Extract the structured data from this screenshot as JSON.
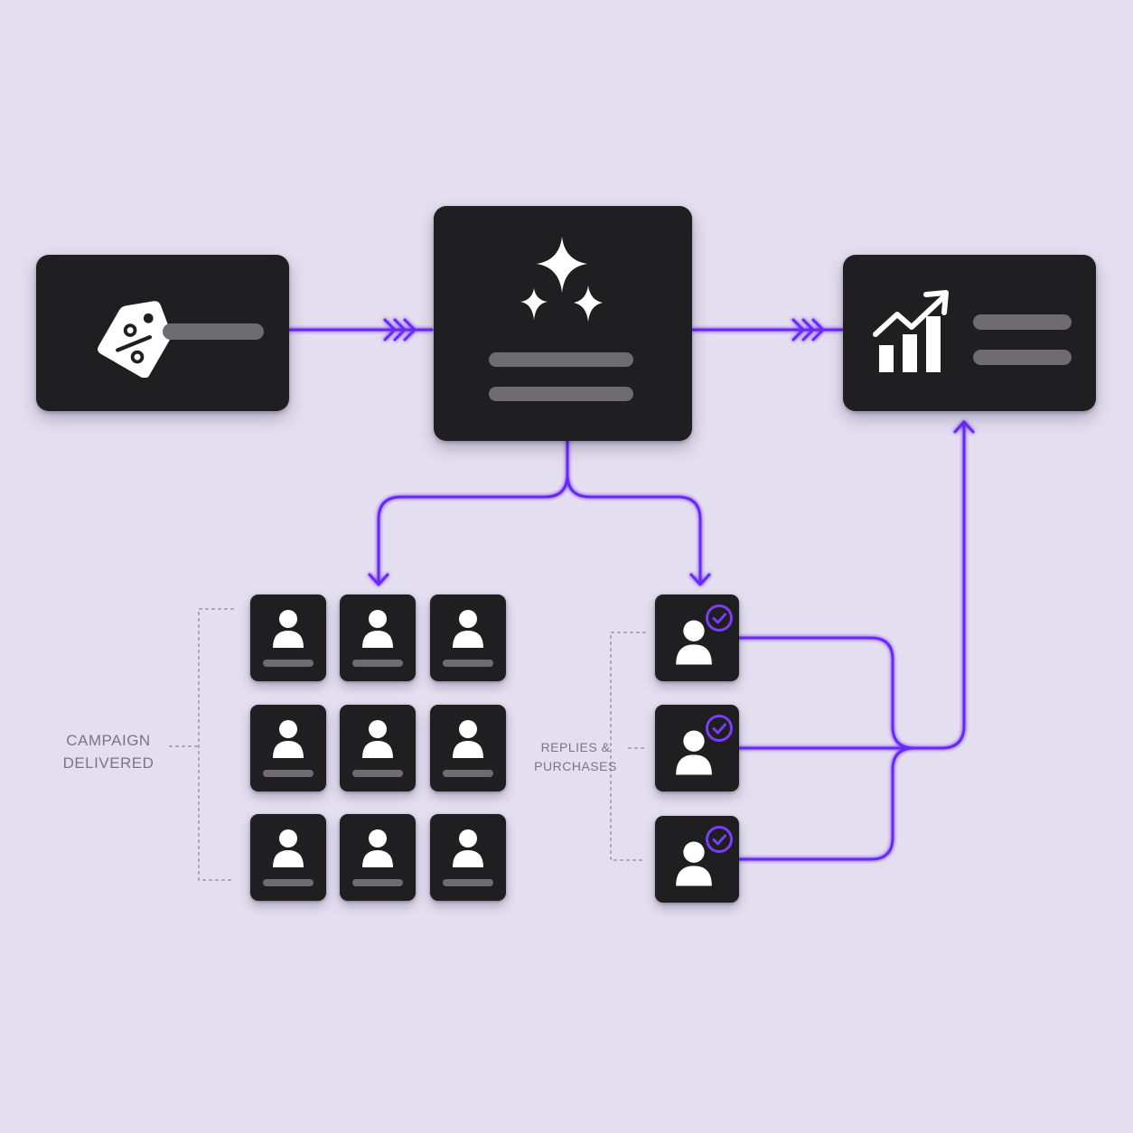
{
  "colors": {
    "background": "#e4dff0",
    "card": "#1f1e21",
    "placeholder_bar": "#6e6c70",
    "connector": "#6a2cf5",
    "label_text": "#7a7680"
  },
  "nodes": {
    "offer": {
      "icon": "discount-tag-icon"
    },
    "ai": {
      "icon": "sparkles-icon"
    },
    "results": {
      "icon": "growth-chart-icon"
    }
  },
  "groups": {
    "campaign": {
      "label_lines": [
        "CAMPAIGN",
        "DELIVERED"
      ],
      "count": 9,
      "icon": "person-icon"
    },
    "responders": {
      "label_lines": [
        "REPLIES &",
        "PURCHASES"
      ],
      "count": 3,
      "icon": "person-icon",
      "badge_icon": "check-circle-icon"
    }
  }
}
